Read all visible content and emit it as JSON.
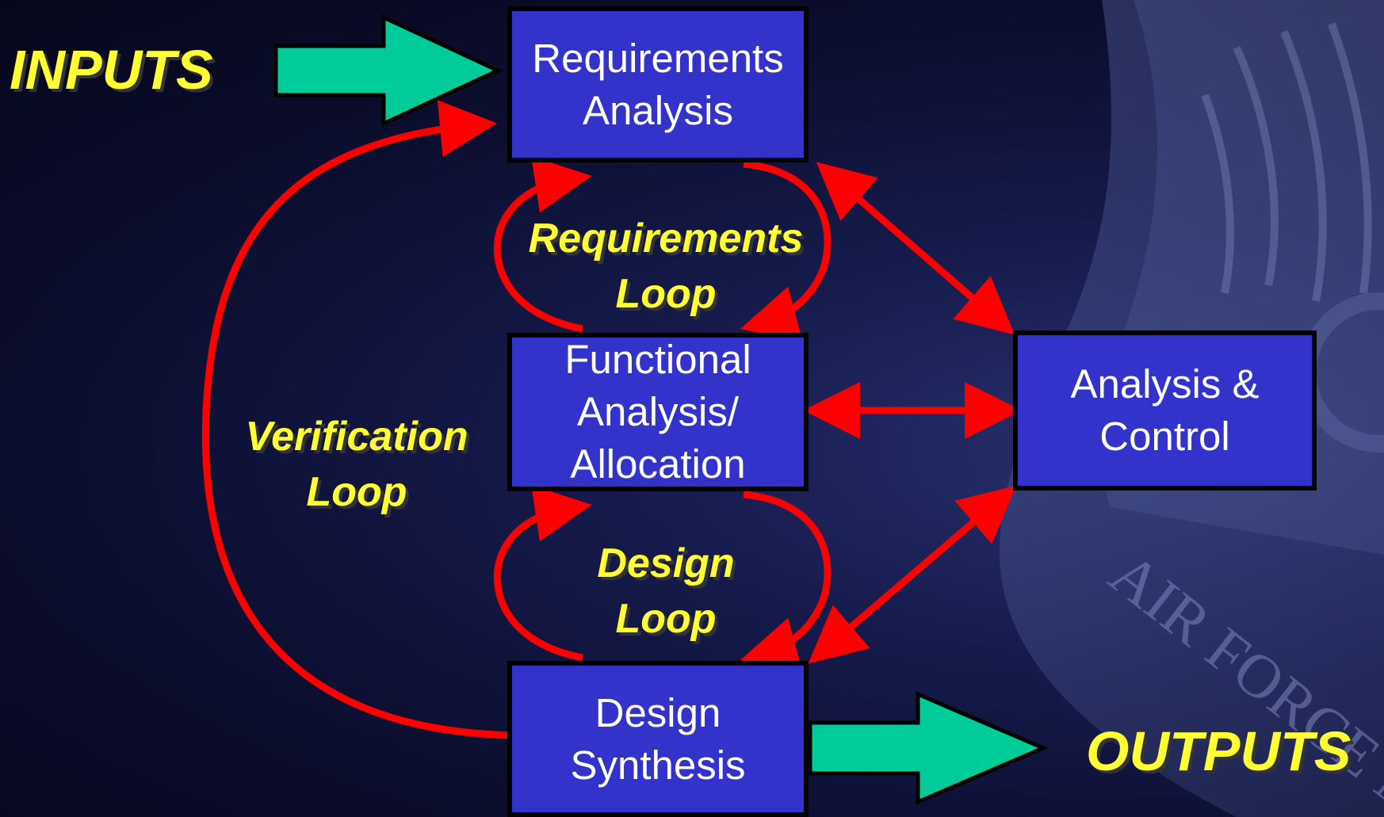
{
  "labels": {
    "inputs": "INPUTS",
    "outputs": "OUTPUTS",
    "requirements_loop": [
      "Requirements",
      "Loop"
    ],
    "design_loop": [
      "Design",
      "Loop"
    ],
    "verification_loop": [
      "Verification",
      "Loop"
    ]
  },
  "boxes": {
    "requirements_analysis": [
      "Requirements",
      "Analysis"
    ],
    "functional_analysis": [
      "Functional",
      "Analysis/",
      "Allocation"
    ],
    "design_synthesis": [
      "Design",
      "Synthesis"
    ],
    "analysis_control": [
      "Analysis &",
      "Control"
    ]
  },
  "background": {
    "watermark_text": "AIR FORCE M"
  },
  "colors": {
    "box_fill": "#3333cc",
    "loop_arrow": "#ff0000",
    "io_arrow": "#00cc99",
    "label_text": "#ffff33",
    "background": "#0b0d2c"
  }
}
